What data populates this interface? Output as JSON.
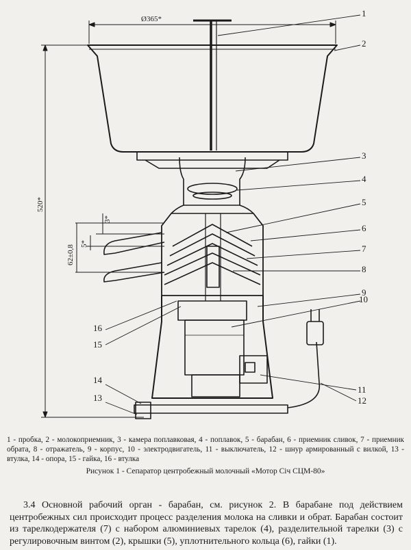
{
  "figure": {
    "dimensions": {
      "diameter": "Ø365*",
      "height": "520*",
      "gap_top": "3*",
      "gap_mid": "5*",
      "spacing": "62±0,8"
    },
    "part_labels": [
      "1",
      "2",
      "3",
      "4",
      "5",
      "6",
      "7",
      "8",
      "9",
      "10",
      "11",
      "12",
      "13",
      "14",
      "15",
      "16"
    ]
  },
  "caption": {
    "legend": "1 - пробка, 2 - молокоприемник, 3 - камера поплавковая, 4 - поплавок, 5 - барабан, 6 - приемник сливок, 7 - приемник обрата, 8 - отражатель, 9 - корпус, 10 - электродвигатель, 11 - выключатель, 12 - шнур армированный с вилкой, 13 - втулка, 14 - опора, 15 - гайка, 16 - втулка",
    "title": "Рисунок 1 - Сепаратор центробежный молочный «Мотор Січ СЦМ-80»"
  },
  "body": {
    "paragraph": "3.4 Основной рабочий орган - барабан, см. рисунок 2. В барабане под действием центробежных сил происходит процесс разделения молока на сливки и обрат. Барабан состоит из тарелкодержателя (7) с набором алюминиевых тарелок (4), разделительной тарелки (3) с регулировочным винтом (2), крышки (5), уплотнительного кольца (6), гайки (1)."
  }
}
